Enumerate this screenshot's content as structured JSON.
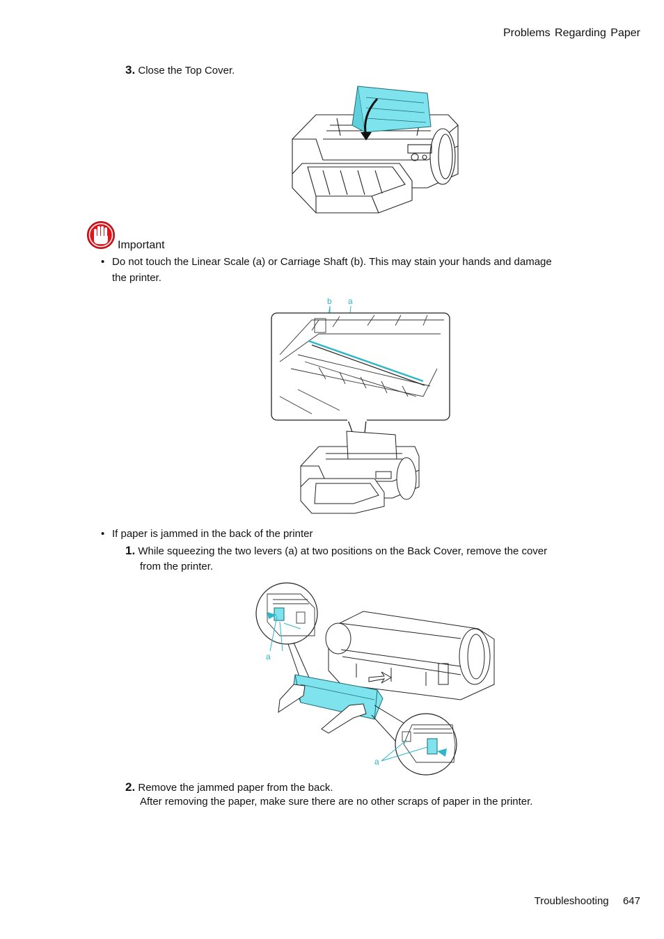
{
  "header": {
    "title": "Problems Regarding Paper"
  },
  "step3": {
    "number": "3.",
    "text": "Close the Top Cover."
  },
  "important": {
    "label": "Important",
    "bullet1_line1": "Do not touch the Linear Scale (a) or Carriage Shaft (b).  This may stain your hands and damage",
    "bullet1_line2": "the printer.",
    "callout_label_b": "b",
    "callout_label_a": "a"
  },
  "back_jam": {
    "bullet": "If paper is jammed in the back of the printer",
    "step1_number": "1.",
    "step1_line1": "While squeezing the two levers (a) at two positions on the Back Cover, remove the cover",
    "step1_line2": "from the printer.",
    "lever_label_left": "a",
    "lever_label_right": "a",
    "step2_number": "2.",
    "step2_line1": "Remove the jammed paper from the back.",
    "step2_line2": "After removing the paper, make sure there are no other scraps of paper in the printer."
  },
  "footer": {
    "section": "Troubleshooting",
    "page": "647"
  },
  "colors": {
    "accent_cyan": "#7fe3ee",
    "callout_text": "#2cb6c8",
    "important_red": "#e0151b"
  },
  "icons": {
    "important": "hand-stop-icon"
  }
}
